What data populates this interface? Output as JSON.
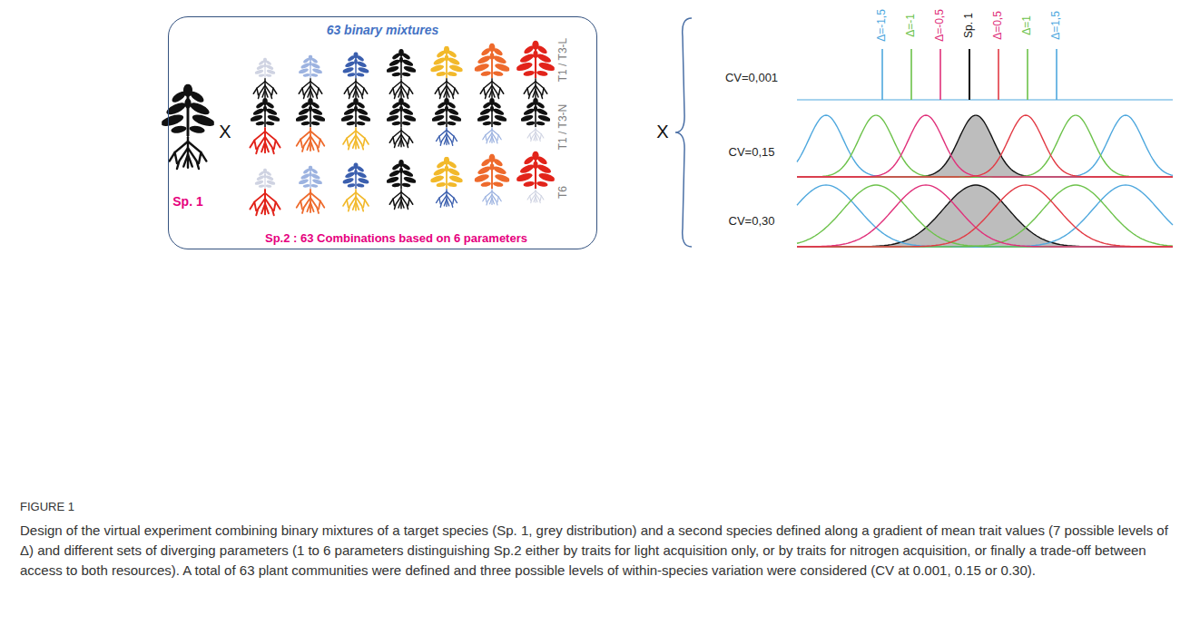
{
  "diagram": {
    "caption": "Design of the virtual experiment combining binary mixtures of a target species (Sp. 1, grey distribution) and a second species defined along a gradient of mean trait values (7 possible levels of Δ) and different sets of diverging parameters (1 to 6 parameters distinguishing Sp.2 either by traits for light acquisition only, or by traits for nitrogen acquisition, or finally a trade-off between access to both resources). A total of 63 plant communities were defined and three possible levels of within-species variation were considered (CV at 0.001, 0.15 or 0.30).",
    "nodes": [
      {
        "text": [
          "63 binary mixtures",
          "Sp.2 : 63 Combinations based on 6 parameters"
        ]
      }
    ],
    "labels": [
      "X",
      "Sp. 1",
      "T1 / T3-L",
      "T1 / T3-N",
      "T6",
      "X",
      "Δ=-1,5",
      "Δ=-1",
      "Δ=-0,5",
      "Sp. 1",
      "Δ=0,5",
      "Δ=1",
      "Δ=1,5",
      "CV=0,001",
      "CV=0,15",
      "CV=0,30",
      "FIGURE 1"
    ]
  }
}
